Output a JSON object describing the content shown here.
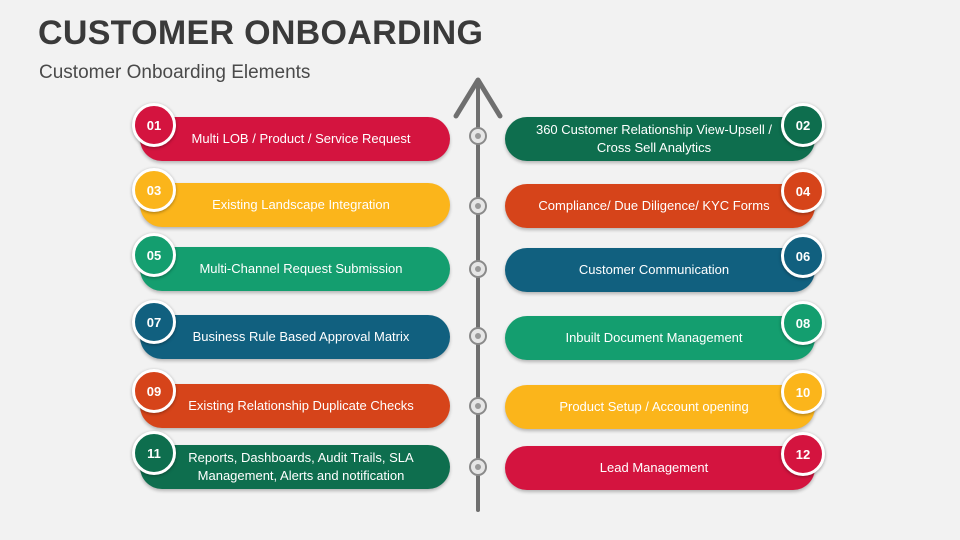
{
  "title": "CUSTOMER ONBOARDING",
  "subtitle": "Customer Onboarding Elements",
  "colors": {
    "red": "#d4143f",
    "yellow": "#fbb51b",
    "green": "#149e6f",
    "teal": "#11607f",
    "orange": "#d6441a",
    "dark_green": "#0e6e4e",
    "axis": "#6f6f6f"
  },
  "left_items": [
    {
      "number": "01",
      "text": "Multi LOB / Product / Service Request",
      "color": "#d4143f"
    },
    {
      "number": "03",
      "text": "Existing Landscape Integration",
      "color": "#fbb51b"
    },
    {
      "number": "05",
      "text": "Multi-Channel Request Submission",
      "color": "#149e6f"
    },
    {
      "number": "07",
      "text": "Business Rule Based Approval Matrix",
      "color": "#11607f"
    },
    {
      "number": "09",
      "text": "Existing Relationship Duplicate Checks",
      "color": "#d6441a"
    },
    {
      "number": "11",
      "text": "Reports, Dashboards, Audit Trails, SLA Management, Alerts and notification",
      "color": "#0e6e4e"
    }
  ],
  "right_items": [
    {
      "number": "02",
      "text": "360 Customer  Relationship View-Upsell / Cross Sell Analytics",
      "color": "#0e6e4e"
    },
    {
      "number": "04",
      "text": "Compliance/ Due Diligence/ KYC Forms",
      "color": "#d6441a"
    },
    {
      "number": "06",
      "text": "Customer Communication",
      "color": "#11607f"
    },
    {
      "number": "08",
      "text": "Inbuilt Document Management",
      "color": "#149e6f"
    },
    {
      "number": "10",
      "text": "Product Setup / Account opening",
      "color": "#fbb51b"
    },
    {
      "number": "12",
      "text": "Lead Management",
      "color": "#d4143f"
    }
  ]
}
